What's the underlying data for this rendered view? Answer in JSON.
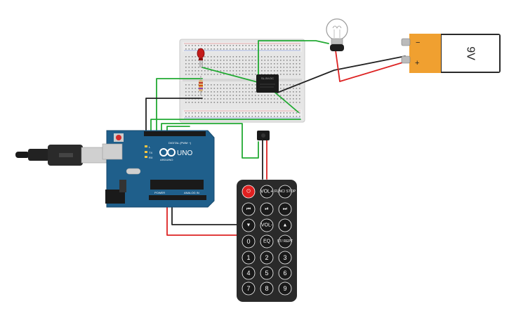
{
  "board": {
    "brand": "ARDUINO",
    "model": "UNO",
    "digital_label": "DIGITAL (PWM ~)",
    "power_label": "POWER",
    "analog_label": "ANALOG IN",
    "tx_label": "TX",
    "rx_label": "RX",
    "l_label": "L"
  },
  "battery": {
    "label": "9V",
    "minus": "−",
    "plus": "+"
  },
  "relay": {
    "label": "SL-5V-DC"
  },
  "remote": {
    "buttons": [
      {
        "key": "power",
        "label": "⏻"
      },
      {
        "key": "vol_up",
        "label": "VOL+"
      },
      {
        "key": "func_stop",
        "label": "FUNC/ STOP"
      },
      {
        "key": "prev",
        "label": "⏮"
      },
      {
        "key": "play_pause",
        "label": "⏯"
      },
      {
        "key": "next",
        "label": "⏭"
      },
      {
        "key": "down",
        "label": "▼"
      },
      {
        "key": "vol_down",
        "label": "VOL-"
      },
      {
        "key": "up",
        "label": "▲"
      },
      {
        "key": "zero",
        "label": "0"
      },
      {
        "key": "eq",
        "label": "EQ"
      },
      {
        "key": "st_rept",
        "label": "ST/ REPT"
      },
      {
        "key": "one",
        "label": "1"
      },
      {
        "key": "two",
        "label": "2"
      },
      {
        "key": "three",
        "label": "3"
      },
      {
        "key": "four",
        "label": "4"
      },
      {
        "key": "five",
        "label": "5"
      },
      {
        "key": "six",
        "label": "6"
      },
      {
        "key": "seven",
        "label": "7"
      },
      {
        "key": "eight",
        "label": "8"
      },
      {
        "key": "nine",
        "label": "9"
      }
    ]
  },
  "colors": {
    "wire_green": "#22aa33",
    "wire_black": "#222222",
    "wire_red": "#dd2222",
    "board_blue": "#1f5f8b",
    "breadboard": "#e8e8e8",
    "battery_orange": "#f0a030",
    "remote_body": "#2a2a2a"
  }
}
